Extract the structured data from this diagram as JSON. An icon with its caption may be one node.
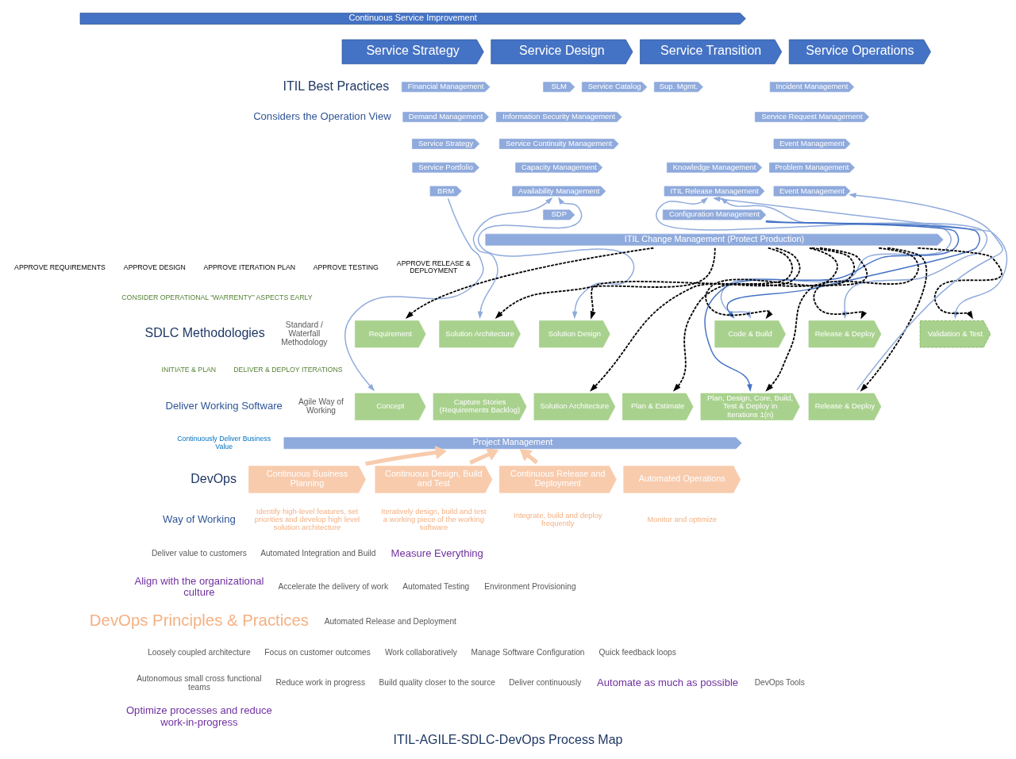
{
  "diagram": {
    "title": "ITIL-AGILE-SDLC-DevOps Process Map",
    "nodes": [
      {
        "text": [
          "Continuous Service Improvement"
        ]
      },
      {
        "text": [
          "Service Strategy"
        ]
      },
      {
        "text": [
          "Service Design"
        ]
      },
      {
        "text": [
          "Service Transition"
        ]
      },
      {
        "text": [
          "Service Operations"
        ]
      },
      {
        "text": [
          "Financial Management"
        ]
      },
      {
        "text": [
          "Demand Management"
        ]
      },
      {
        "text": [
          "Service Strategy"
        ]
      },
      {
        "text": [
          "Service Portfolio"
        ]
      },
      {
        "text": [
          "BRM"
        ]
      },
      {
        "text": [
          "SLM"
        ]
      },
      {
        "text": [
          "Service Catalog"
        ]
      },
      {
        "text": [
          "Sup. Mgmt."
        ]
      },
      {
        "text": [
          "Information Security Management"
        ]
      },
      {
        "text": [
          "Service Continuity Management"
        ]
      },
      {
        "text": [
          "Capacity Management"
        ]
      },
      {
        "text": [
          "Availability Management"
        ]
      },
      {
        "text": [
          "SDP"
        ]
      },
      {
        "text": [
          "Knowledge Management"
        ]
      },
      {
        "text": [
          "ITIL Release Management"
        ]
      },
      {
        "text": [
          "Incident Management"
        ]
      },
      {
        "text": [
          "Service Request Management"
        ]
      },
      {
        "text": [
          "Event Management"
        ]
      },
      {
        "text": [
          "Problem Management"
        ]
      },
      {
        "text": [
          "Event Management"
        ]
      },
      {
        "text": [
          "Configuration Management"
        ]
      },
      {
        "text": [
          "ITIL Change Management (Protect Production)"
        ]
      },
      {
        "text": [
          "Requirement"
        ]
      },
      {
        "text": [
          "Solution Architecture"
        ]
      },
      {
        "text": [
          "Solution Design"
        ]
      },
      {
        "text": [
          "Code & Build"
        ]
      },
      {
        "text": [
          "Validation & Test"
        ]
      },
      {
        "text": [
          "Release & Deploy"
        ]
      },
      {
        "text": [
          "Concept"
        ]
      },
      {
        "text": [
          "Capture Stories (Requirements Backlog)"
        ]
      },
      {
        "text": [
          "Solution Architecture"
        ]
      },
      {
        "text": [
          "Plan & Estimate"
        ]
      },
      {
        "text": [
          "Plan, Design, Core, Build, Test & Deploy in Iterations 1(n)"
        ]
      },
      {
        "text": [
          "Release & Deploy"
        ]
      },
      {
        "text": [
          "Project Management"
        ]
      },
      {
        "text": [
          "Continuous Business Planning"
        ],
        "beside": [
          "Identify high-level features, set priorities and develop high level solution architecture"
        ]
      },
      {
        "text": [
          "Continuous Design, Build and Test"
        ],
        "beside": [
          "Iteratively design, build and test a working piece of the working software"
        ]
      },
      {
        "text": [
          "Continuous Release and Deployment"
        ],
        "beside": [
          "Integrate, build and deploy frequently"
        ]
      },
      {
        "text": [
          "Automated Operations"
        ],
        "beside": [
          "Monitor and optimize"
        ]
      }
    ],
    "edges": [
      {
        "from": 9,
        "to": 33,
        "arrow": "to",
        "color": "#8faadc"
      },
      {
        "from": 16,
        "to": 28,
        "arrow": "both",
        "color": "#8faadc"
      },
      {
        "from": 16,
        "to": 29,
        "arrow": "both",
        "color": "#8faadc"
      },
      {
        "from": 19,
        "to": 30,
        "arrow": "both",
        "color": "#8faadc"
      },
      {
        "from": 19,
        "to": 31,
        "arrow": "both",
        "color": "#8faadc"
      },
      {
        "from": 19,
        "to": 32,
        "arrow": "both",
        "color": "#8faadc"
      },
      {
        "from": 25,
        "to": 30,
        "arrow": "to",
        "color": "#4472c4"
      },
      {
        "from": 25,
        "to": 37,
        "arrow": "to",
        "color": "#4472c4"
      },
      {
        "from": 38,
        "to": 24,
        "arrow": "to",
        "color": "#8faadc"
      },
      {
        "from": 26,
        "to": 27,
        "arrow": "to",
        "style": "dashed"
      },
      {
        "from": 26,
        "to": 35,
        "arrow": "to",
        "style": "dashed"
      },
      {
        "from": 26,
        "to": 28,
        "arrow": "to",
        "style": "dashed"
      },
      {
        "from": 26,
        "to": 29,
        "arrow": "to",
        "style": "dashed"
      },
      {
        "from": 26,
        "to": 36,
        "arrow": "to",
        "style": "dashed"
      },
      {
        "from": 26,
        "to": 30,
        "arrow": "to",
        "style": "dashed"
      },
      {
        "from": 26,
        "to": 31,
        "arrow": "to",
        "style": "dashed"
      },
      {
        "from": 26,
        "to": 37,
        "arrow": "to",
        "style": "dashed"
      },
      {
        "from": 26,
        "to": 32,
        "arrow": "to",
        "style": "dashed"
      },
      {
        "from": 26,
        "to": 38,
        "arrow": "to",
        "style": "dashed"
      },
      {
        "from": 40,
        "to": 39,
        "arrow": "to",
        "style": "thick",
        "color": "#f8cbad"
      },
      {
        "from": 41,
        "to": 39,
        "arrow": "to",
        "style": "thick",
        "color": "#f8cbad"
      },
      {
        "from": 42,
        "to": 39,
        "arrow": "to",
        "style": "thick",
        "color": "#f8cbad"
      }
    ],
    "labels": [
      "ITIL Best Practices",
      "Considers the Operation View",
      "APPROVE REQUIREMENTS",
      "APPROVE DESIGN",
      "APPROVE ITERATION PLAN",
      "APPROVE TESTING",
      "APPROVE RELEASE & DEPLOYMENT",
      "CONSIDER OPERATIONAL “WARRENTY” ASPECTS EARLY",
      "SDLC Methodologies",
      "Standard / Waterfall Methodology",
      "INITIATE & PLAN",
      "DELIVER & DEPLOY ITERATIONS",
      "Deliver Working Software",
      "Agile Way of Working",
      "Continuously Deliver Business Value",
      "DevOps",
      "Way of Working",
      "Deliver value to customers",
      "Automated Integration and Build",
      "Measure Everything",
      "Align with the organizational culture",
      "Accelerate the delivery of work",
      "Automated Testing",
      "Environment Provisioning",
      "DevOps Principles & Practices",
      "Automated Release and Deployment",
      "Loosely coupled architecture",
      "Focus on customer outcomes",
      "Work collaboratively",
      "Manage Software Configuration",
      "Quick feedback loops",
      "Autonomous small cross functional teams",
      "Reduce work in progress",
      "Build quality closer to the source",
      "Deliver continuously",
      "Automate as much as possible",
      "DevOps Tools",
      "Optimize processes and reduce work-in-progress"
    ]
  }
}
